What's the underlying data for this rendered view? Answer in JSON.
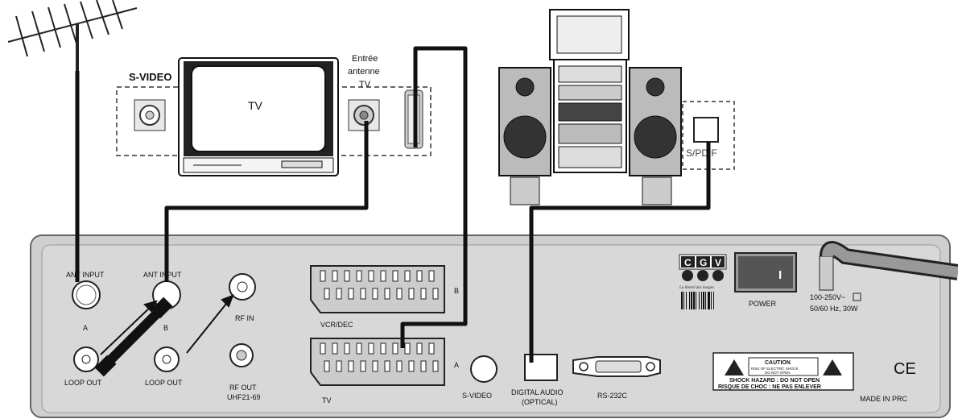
{
  "antenna": {
    "icon": "antenna-icon"
  },
  "tv": {
    "label": "TV",
    "svideo_label": "S-VIDEO",
    "antenna_input_label": [
      "Entrée",
      "antenne",
      "TV"
    ]
  },
  "hifi": {
    "icon": "hifi-system-icon",
    "spdif_label": "S/PDIF"
  },
  "receiver": {
    "ant_input_a": "ANT INPUT",
    "ant_input_b": "ANT INPUT",
    "label_a": "A",
    "label_b": "B",
    "loop_out_a": "LOOP OUT",
    "loop_out_b": "LOOP OUT",
    "rf_in": "RF IN",
    "rf_out": "RF OUT",
    "rf_out_band": "UHF21-69",
    "scart_b_label": "B",
    "scart_b_name": "VCR/DEC",
    "scart_a_label": "A",
    "scart_a_name": "TV",
    "svideo": "S-VIDEO",
    "digital_audio": "DIGITAL  AUDIO",
    "optical": "(OPTICAL)",
    "rs232": "RS-232C",
    "brand_letters": [
      "C",
      "G",
      "V"
    ],
    "brand_slogan": "La liberté des images",
    "power_label": "POWER",
    "power_switch_mark": "I",
    "voltage": "100-250V~",
    "frequency": "50/60 Hz, 30W",
    "caution_title": "CAUTION",
    "caution_line1": "RISK OF ELECTRIC SHOCK",
    "caution_line2": "DO NOT OPEN",
    "shock_line1": "SHOCK HAZARD : DO NOT OPEN",
    "shock_line2": "RISQUE DE CHOC : NE PAS ENLEVER",
    "ce_mark": "CE",
    "made_in": "MADE IN PRC"
  }
}
